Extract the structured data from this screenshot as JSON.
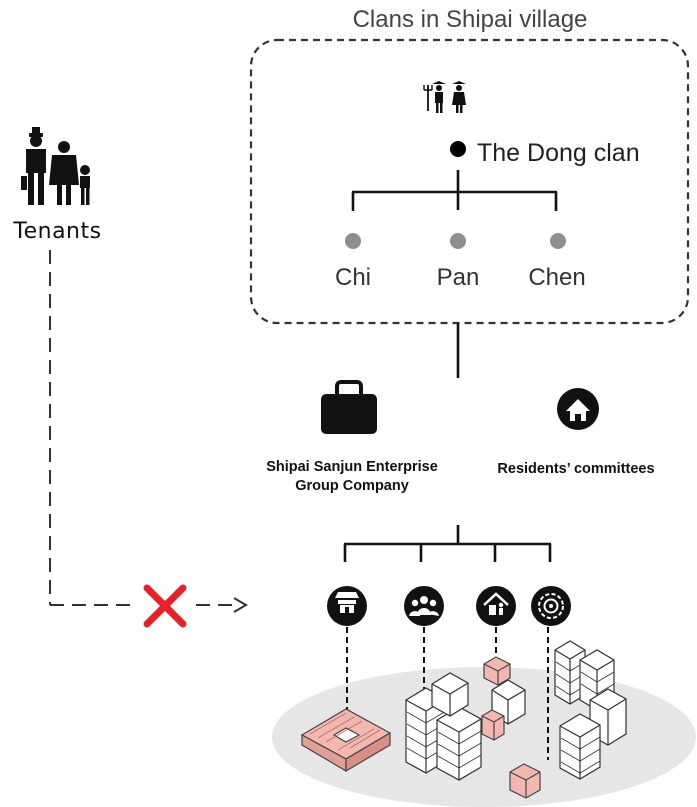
{
  "title": "Clans in Shipai village",
  "main_clan": "The Dong clan",
  "sub_clans": [
    "Chi",
    "Pan",
    "Chen"
  ],
  "tenants": "Tenants",
  "company": [
    "Shipai Sanjun Enterprise",
    "Group Company"
  ],
  "committee": "Residents’ committees",
  "colors": {
    "accent_pink": "#f2b8b0",
    "blocked_red": "#e8202a",
    "ground": "#e6e6e6"
  },
  "icons": [
    "tenants-family-icon",
    "farmer-couple-icon",
    "briefcase-icon",
    "home-icon",
    "temple-icon",
    "people-icon",
    "housing-icon",
    "gear-flower-icon",
    "blocked-x-icon"
  ]
}
